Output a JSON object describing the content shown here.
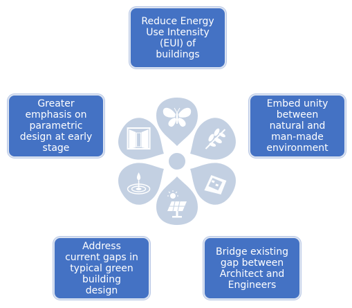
{
  "boxes": {
    "top": "Reduce Energy\nUse Intensity\n(EUI) of\nbuildings",
    "left": "Greater\nemphasis on\nparametric\ndesign at early\nstage",
    "right": "Embed unity\nbetween\nnatural and\nman-made\nenvironment",
    "bottom_left": "Address\ncurrent gaps in\ntypical green\nbuilding\ndesign",
    "bottom_right": "Bridge existing\ngap between\nArchitect and\nEngineers"
  },
  "colors": {
    "box_fill": "#4472c4",
    "box_border": "#dbe3f1",
    "petal": "#c3d0e2",
    "icon": "#ffffff"
  },
  "flower": {
    "petal_icons": [
      "butterfly-icon",
      "leaf-branch-icon",
      "building-icon",
      "solar-panel-icon",
      "water-drop-icon",
      "window-icon"
    ]
  }
}
